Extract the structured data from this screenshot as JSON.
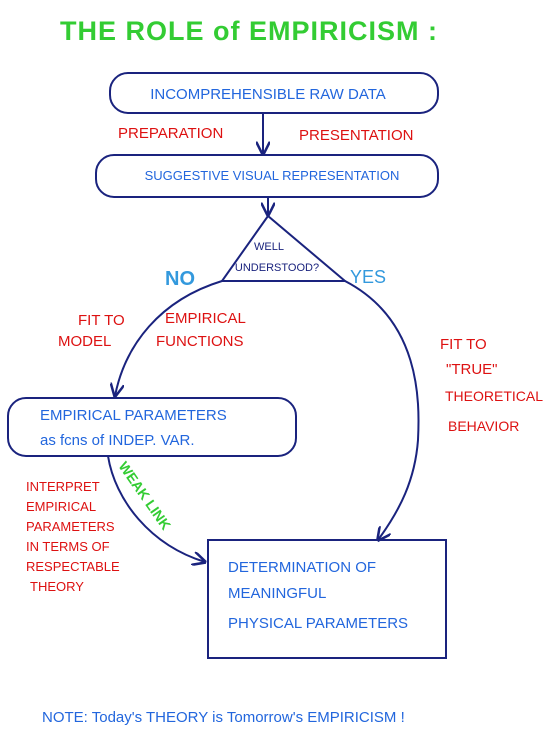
{
  "colors": {
    "title": "#33cc33",
    "box_text": "#2266dd",
    "red_text": "#dd1111",
    "branch": "#3399dd",
    "weak_link": "#33cc33",
    "outline": "#1a237e",
    "background": "#ffffff"
  },
  "title": "THE ROLE of EMPIRICISM :",
  "boxes": {
    "raw_data": "INCOMPREHENSIBLE RAW DATA",
    "visual_rep": "SUGGESTIVE VISUAL REPRESENTATION",
    "empirical_params": {
      "line1": "EMPIRICAL PARAMETERS",
      "line2": "as fcns of INDEP. VAR."
    },
    "determination": {
      "line1": "DETERMINATION OF",
      "line2": "MEANINGFUL",
      "line3": "PHYSICAL PARAMETERS"
    }
  },
  "decision": {
    "line1": "WELL",
    "line2": "UNDERSTOOD?"
  },
  "labels": {
    "preparation": "PREPARATION",
    "presentation": "PRESENTATION",
    "no": "NO",
    "yes": "YES",
    "fit_model": {
      "line1": "FIT TO",
      "line2": "MODEL"
    },
    "empirical_functions": {
      "line1": "EMPIRICAL",
      "line2": "FUNCTIONS"
    },
    "fit_true": {
      "line1": "FIT TO",
      "line2": "\"TRUE\"",
      "line3": "THEORETICAL",
      "line4": "BEHAVIOR"
    },
    "interpret": {
      "line1": "INTERPRET",
      "line2": "EMPIRICAL",
      "line3": "PARAMETERS",
      "line4": "IN TERMS OF",
      "line5": "RESPECTABLE",
      "line6": "THEORY"
    },
    "weak_link": "WEAK LINK"
  },
  "note": "NOTE: Today's THEORY is Tomorrow's EMPIRICISM !"
}
